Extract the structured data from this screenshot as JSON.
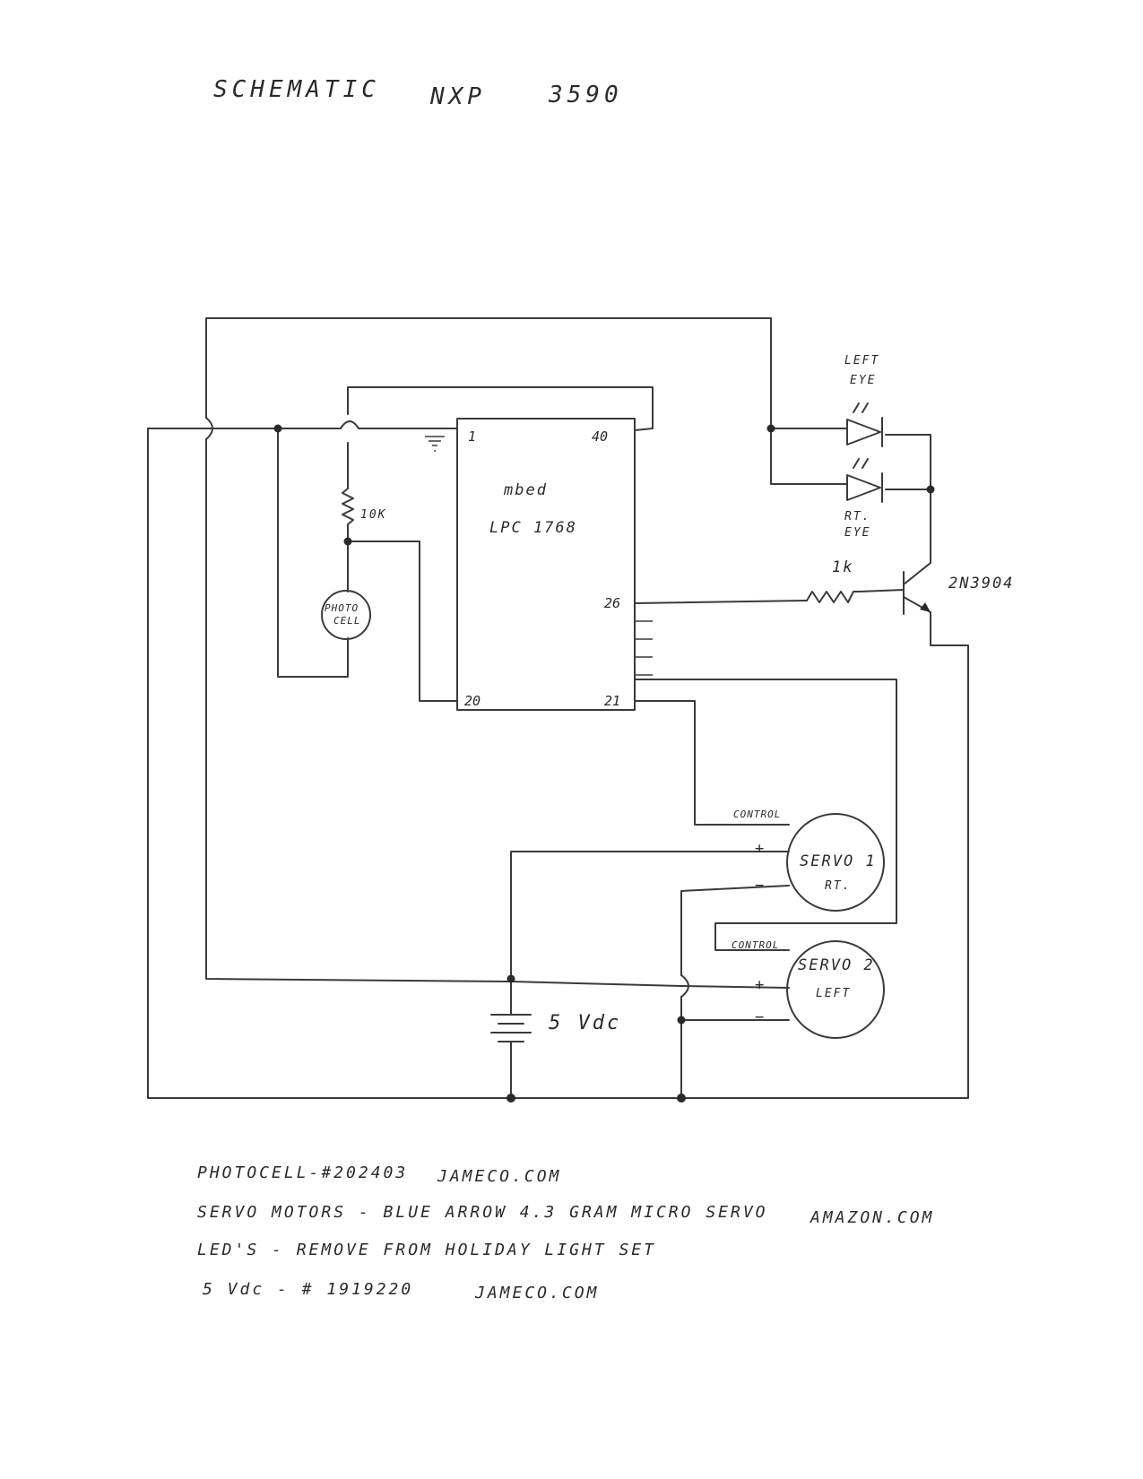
{
  "title": {
    "left": "SCHEMATIC",
    "middle": "NXP",
    "right": "3590"
  },
  "mcu": {
    "name_line1": "mbed",
    "name_line2": "LPC 1768",
    "pin_1": "1",
    "pin_40": "40",
    "pin_26": "26",
    "pin_20": "20",
    "pin_21": "21"
  },
  "resistor_10k": "10K",
  "photocell": {
    "line1": "PHOTO",
    "line2": "CELL"
  },
  "leds": {
    "left_line1": "LEFT",
    "left_line2": "EYE",
    "right_line1": "RT.",
    "right_line2": "EYE"
  },
  "resistor_1k": "1k",
  "transistor": "2N3904",
  "servo1": {
    "line1": "SERVO 1",
    "line2": "RT.",
    "control": "CONTROL",
    "plus": "+",
    "minus": "−"
  },
  "servo2": {
    "line1": "SERVO 2",
    "line2": "LEFT",
    "control": "CONTROL",
    "plus": "+",
    "minus": "−"
  },
  "supply": "5 Vdc",
  "notes": {
    "line1_part": "PHOTOCELL-#202403",
    "line1_src": "JAMECO.COM",
    "line2_part": "SERVO MOTORS - BLUE ARROW 4.3 GRAM MICRO SERVO",
    "line2_src": "AMAZON.COM",
    "line3": "LED'S - REMOVE FROM HOLIDAY LIGHT SET",
    "line4_part": "5 Vdc - # 1919220",
    "line4_src": "JAMECO.COM"
  }
}
